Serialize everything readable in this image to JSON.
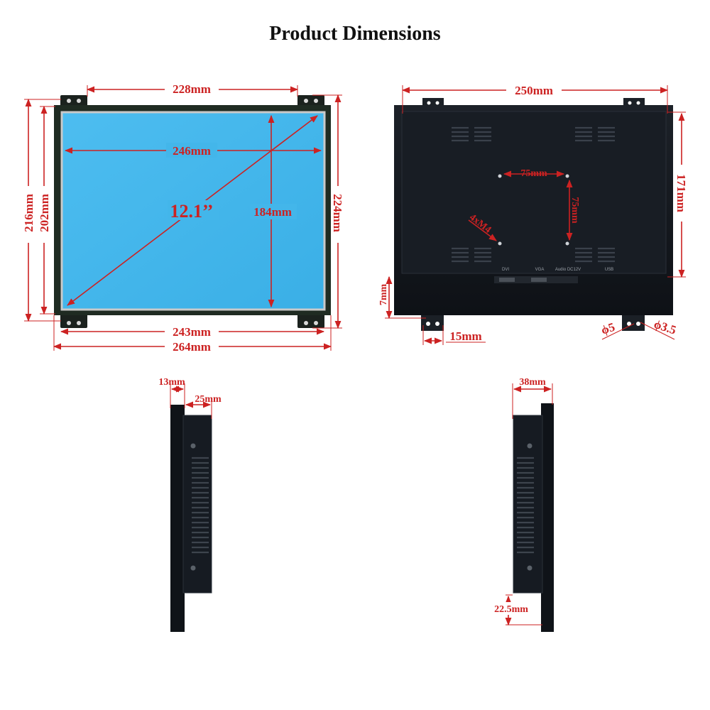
{
  "title": "Product Dimensions",
  "colors": {
    "dimension": "#cc2222",
    "screen": "#43b6ea",
    "bezel": "#1f2b22",
    "housing": "#14181e"
  },
  "front_view": {
    "top_width": "228mm",
    "inner_width": "246mm",
    "diagonal": "12.1’’",
    "inner_height": "184mm",
    "outer_height_left": "216mm",
    "height_left_inner": "202mm",
    "height_right": "224mm",
    "bottom_inner": "243mm",
    "bottom_outer": "264mm"
  },
  "back_view": {
    "width": "250mm",
    "height": "171mm",
    "vesa_h": "75mm",
    "vesa_v": "75mm",
    "screw": "4xM4",
    "tab_height": "7mm",
    "tab_width": "15mm",
    "hole_large": "ϕ5",
    "hole_small": "ϕ3.5",
    "ports": [
      "DVI",
      "VGA",
      "Audio DC12V",
      "USB"
    ]
  },
  "side_left": {
    "bezel_depth": "13mm",
    "body_depth": "25mm"
  },
  "side_right": {
    "total_depth": "38mm",
    "bottom_offset": "22.5mm"
  }
}
